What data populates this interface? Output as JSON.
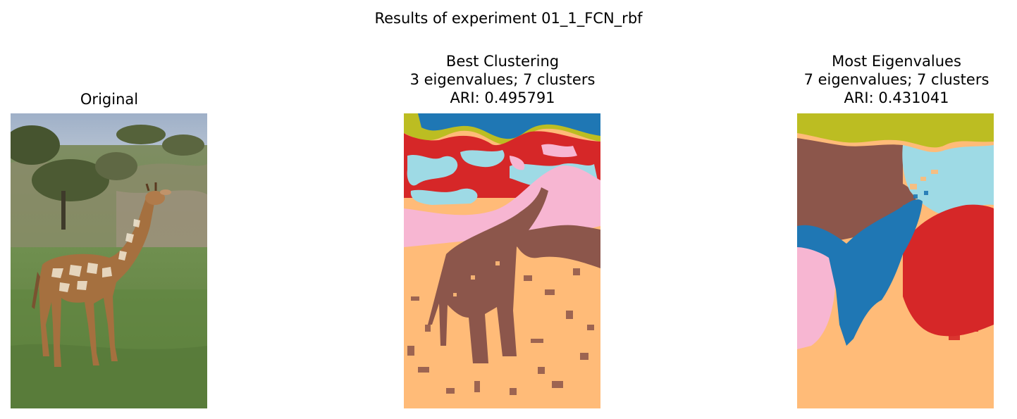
{
  "figure": {
    "title": "Results of experiment 01_1_FCN_rbf"
  },
  "panels": [
    {
      "lines": [
        "Original"
      ]
    },
    {
      "lines": [
        "Best Clustering",
        "3 eigenvalues; 7 clusters",
        "ARI: 0.495791"
      ]
    },
    {
      "lines": [
        "Most Eigenvalues",
        "7 eigenvalues; 7 clusters",
        "ARI: 0.431041"
      ]
    }
  ],
  "palette": {
    "blue": "#1f77b4",
    "olive": "#bcbd22",
    "red": "#d62728",
    "cyan": "#9edae5",
    "pink": "#f7b6d2",
    "brown": "#8c564b",
    "peach": "#ffbb78"
  }
}
